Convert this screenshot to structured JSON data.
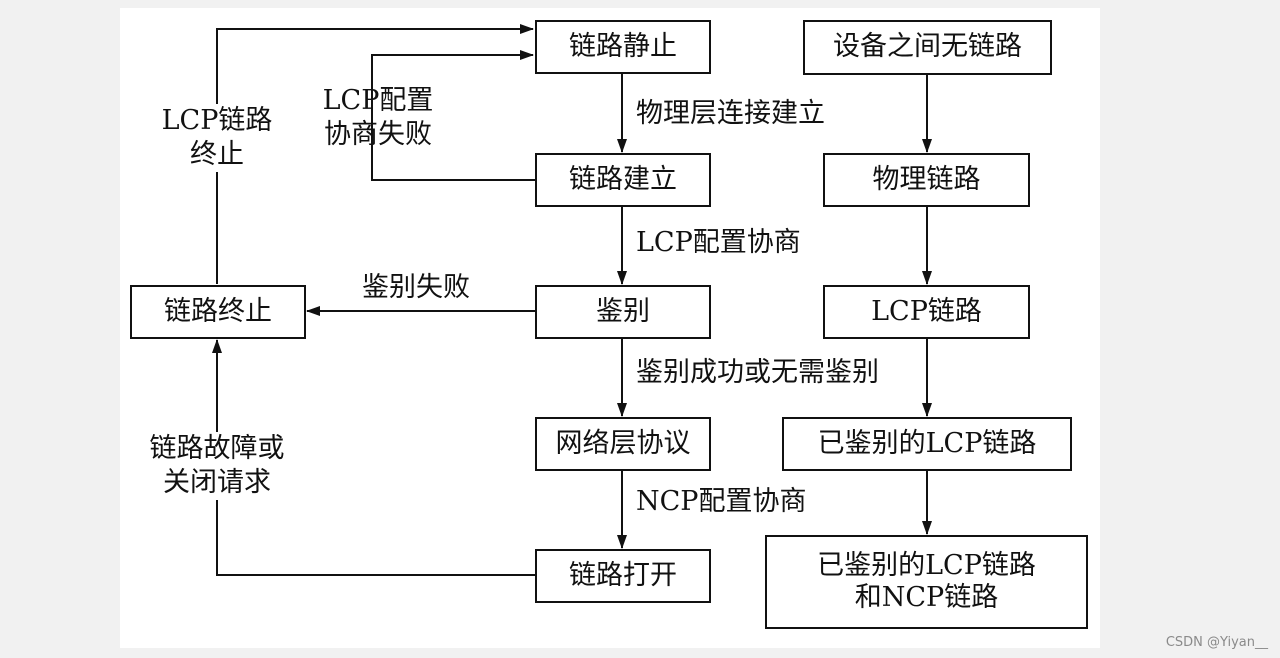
{
  "left_column": {
    "link_dead": "链路静止",
    "link_establish": "链路建立",
    "authenticate": "鉴别",
    "network_layer": "网络层协议",
    "link_open": "链路打开",
    "link_terminate": "链路终止"
  },
  "right_column": {
    "no_link": "设备之间无链路",
    "physical_link": "物理链路",
    "lcp_link": "LCP链路",
    "auth_lcp_link": "已鉴别的LCP链路",
    "auth_lcp_ncp_link_line1": "已鉴别的LCP链路",
    "auth_lcp_ncp_link_line2": "和NCP链路"
  },
  "labels": {
    "physical_connect": "物理层连接建立",
    "lcp_negotiate": "LCP配置协商",
    "auth_ok": "鉴别成功或无需鉴别",
    "ncp_negotiate": "NCP配置协商",
    "auth_fail": "鉴别失败",
    "lcp_fail_line1": "LCP配置",
    "lcp_fail_line2": "协商失败",
    "lcp_terminate_line1": "LCP链路",
    "lcp_terminate_line2": "终止",
    "failure_line1": "链路故障或",
    "failure_line2": "关闭请求"
  },
  "watermark": "CSDN @Yiyan__"
}
